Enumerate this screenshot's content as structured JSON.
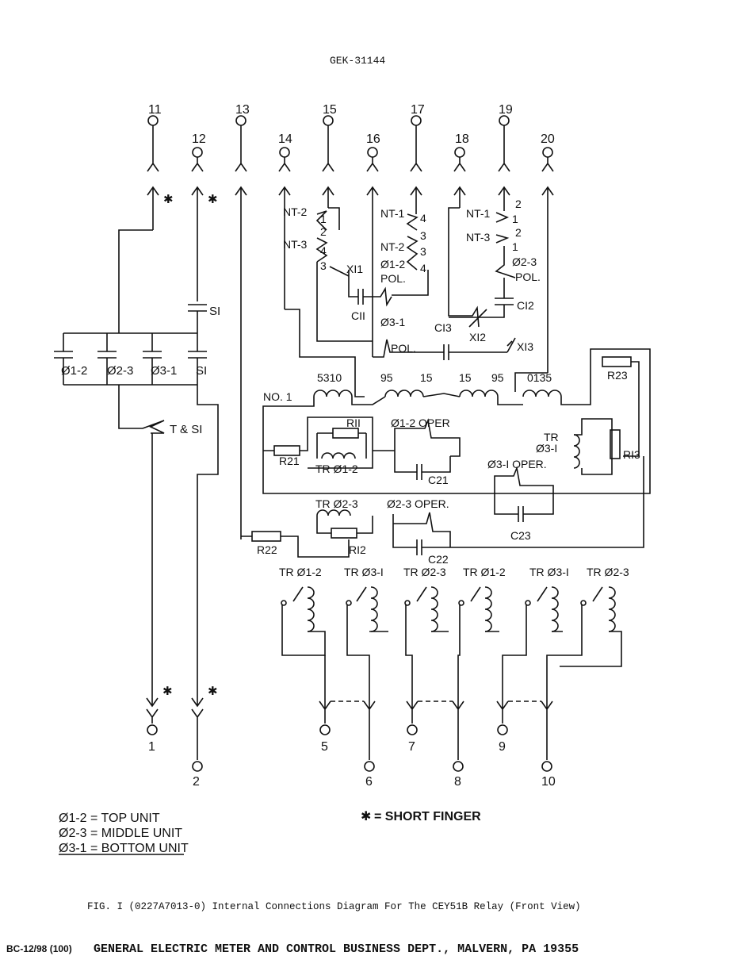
{
  "doc_id": "GEK-31144",
  "terminals_top": [
    "11",
    "12",
    "13",
    "14",
    "15",
    "16",
    "17",
    "18",
    "19",
    "20"
  ],
  "terminals_bottom": [
    "1",
    "2",
    "5",
    "6",
    "7",
    "8",
    "9",
    "10"
  ],
  "components": {
    "si_coil": "SI",
    "contacts": [
      "Ø1-2",
      "Ø2-3",
      "Ø3-1",
      "SI"
    ],
    "t_si": "T & SI",
    "no1": "NO. 1",
    "nt_labels": [
      "NT-2",
      "NT-3",
      "NT-1",
      "NT-2",
      "NT-1",
      "NT-3"
    ],
    "x11": "XI1",
    "x12": "XI2",
    "x13": "XI3",
    "phase12_pol": "Ø1-2",
    "pol": "POL.",
    "phase31": "Ø3-1",
    "phase23": "Ø2-3",
    "c11": "CII",
    "c12": "CI2",
    "c13": "CI3",
    "r23": "R23",
    "r21": "R21",
    "r11": "RII",
    "r12": "RI2",
    "r13": "RI3",
    "r22": "R22",
    "tr12": "TR Ø1-2",
    "tr23": "TR Ø2-3",
    "tr31a": "TR",
    "tr31b": "Ø3-I",
    "oper12": "Ø1-2 OPER",
    "oper31": "Ø3-I OPER.",
    "oper23": "Ø2-3 OPER.",
    "c21": "C21",
    "c22": "C22",
    "c23": "C23",
    "tap_labels": [
      "5310",
      "95",
      "15",
      "15",
      "95",
      "0135"
    ],
    "tr_bottom": [
      "TR Ø1-2",
      "TR Ø3-I",
      "TR Ø2-3",
      "TR Ø1-2",
      "TR Ø3-I",
      "TR Ø2-3"
    ],
    "coil_taps": [
      "1",
      "2",
      "4",
      "3",
      "4",
      "3",
      "3",
      "4",
      "2",
      "1",
      "2",
      "1"
    ]
  },
  "short_finger_legend": "= SHORT FINGER",
  "legend": [
    "Ø1-2 = TOP UNIT",
    "Ø2-3 = MIDDLE UNIT",
    "Ø3-1 = BOTTOM UNIT"
  ],
  "caption": "FIG. I (0227A7013-0) Internal Connections Diagram For The CEY51B Relay (Front View)",
  "footer_code": "BC-12/98 (100)",
  "footer_text": "GENERAL ELECTRIC METER AND CONTROL BUSINESS DEPT., MALVERN, PA  19355"
}
